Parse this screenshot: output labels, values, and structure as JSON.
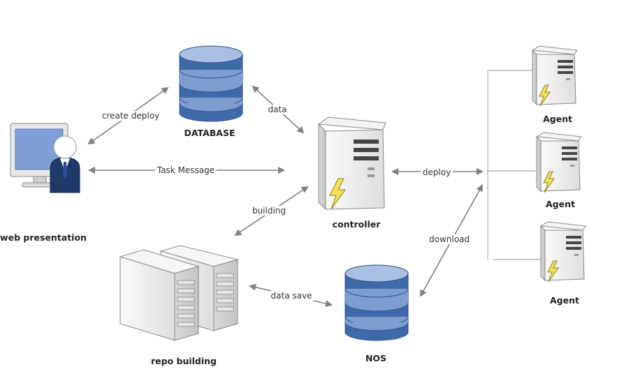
{
  "nodes": {
    "web_presentation": {
      "label": "web presentation"
    },
    "database": {
      "label": "DATABASE"
    },
    "controller": {
      "label": "controller"
    },
    "repo_building": {
      "label": "repo building"
    },
    "nos": {
      "label": "NOS"
    },
    "agents": [
      {
        "label": "Agent"
      },
      {
        "label": "Agent"
      },
      {
        "label": "Agent"
      }
    ]
  },
  "edges": {
    "create_deploy": "create deploy",
    "data": "data",
    "task_message": "Task Message",
    "building": "building",
    "deploy": "deploy",
    "download": "download",
    "data_save": "data save"
  },
  "colors": {
    "db_blue_dark": "#3f6aaa",
    "db_blue_light": "#7d9dcf",
    "db_blue_top": "#a9bfe3",
    "arrow_gray": "#7f7f7f",
    "server_gray": "#f0f0f0",
    "bolt_yellow": "#f2e35a"
  },
  "icons": [
    "monitor-icon",
    "user-icon",
    "database-icon",
    "server-icon",
    "lightning-icon"
  ]
}
